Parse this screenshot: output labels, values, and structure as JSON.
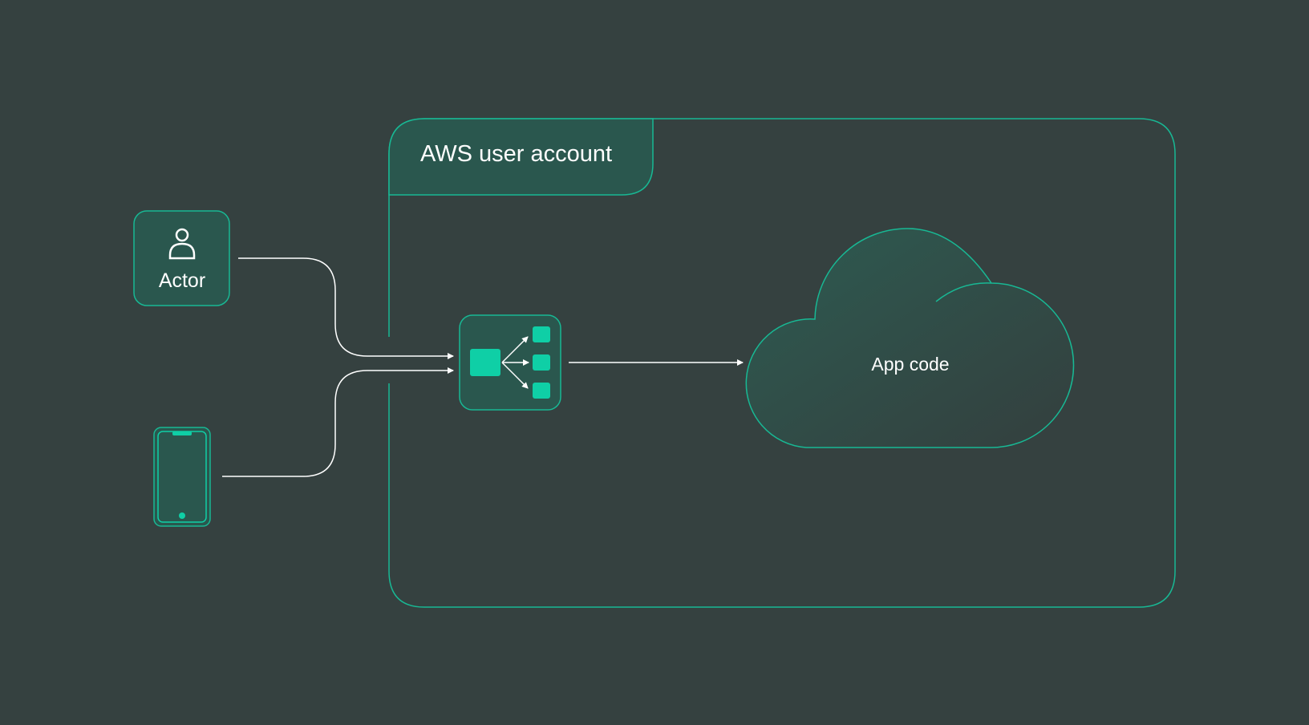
{
  "diagram": {
    "account_label": "AWS user account",
    "actor_label": "Actor",
    "app_label": "App code",
    "icons": [
      "user-icon",
      "phone-icon",
      "load-balancer-icon",
      "cloud-icon"
    ],
    "colors": {
      "background": "#354140",
      "accent": "#0fcfa6",
      "panel_fill": "#2a574e",
      "stroke": "#18b894",
      "line": "#ffffff"
    }
  }
}
